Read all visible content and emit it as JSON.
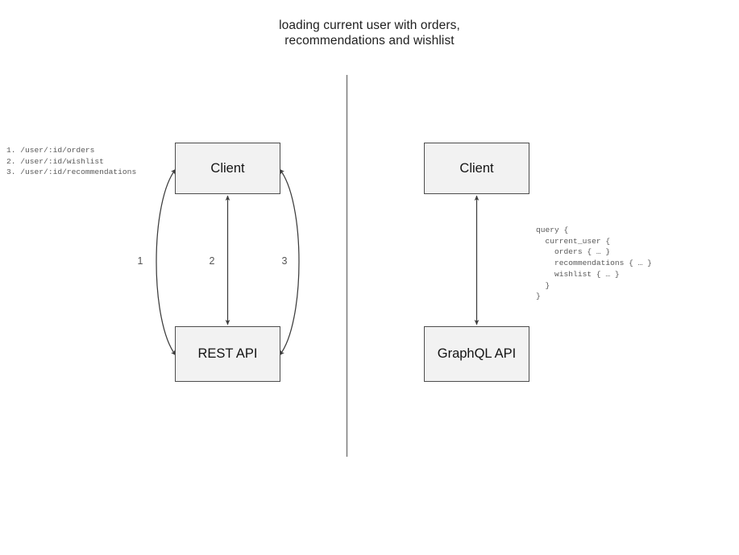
{
  "title": {
    "line1": "loading current user with orders,",
    "line2": "recommendations and wishlist"
  },
  "divider": {
    "name": "vertical-divider",
    "color": "#666666"
  },
  "colors": {
    "node_fill": "#f2f2f2",
    "node_border": "#4d4d4d",
    "arrow": "#3c3c3c",
    "text": "#1a1a1a",
    "code_text": "#585858"
  },
  "rest_side": {
    "client_label": "Client",
    "api_label": "REST API",
    "endpoints_text": "1. /user/:id/orders\n2. /user/:id/wishlist\n3. /user/:id/recommendations",
    "edges": [
      {
        "label": "1",
        "shape": "curve-left",
        "endpoint": "/user/:id/orders"
      },
      {
        "label": "2",
        "shape": "straight",
        "endpoint": "/user/:id/wishlist"
      },
      {
        "label": "3",
        "shape": "curve-right",
        "endpoint": "/user/:id/recommendations"
      }
    ]
  },
  "graphql_side": {
    "client_label": "Client",
    "api_label": "GraphQL API",
    "query_text": "query {\n  current_user {\n    orders { … }\n    recommendations { … }\n    wishlist { … }\n  }\n}",
    "edges": [
      {
        "label": "",
        "shape": "straight"
      }
    ]
  }
}
